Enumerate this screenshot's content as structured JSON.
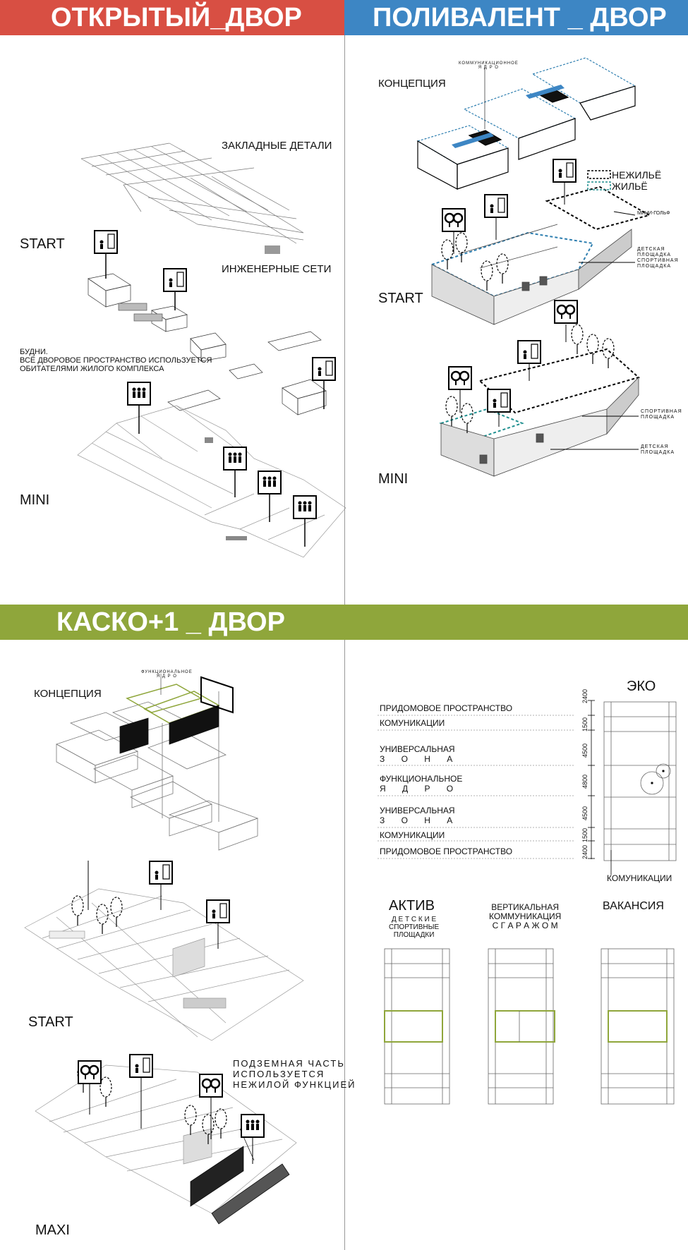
{
  "panels": {
    "open_yard": {
      "title": "ОТКРЫТЫЙ_ДВОР",
      "labels": {
        "embedded": "ЗАКЛАДНЫЕ ДЕТАЛИ",
        "start": "START",
        "networks": "ИНЖЕНЕРНЫЕ СЕТИ",
        "weekdays_1": "БУДНИ.",
        "weekdays_2": "ВСЁ ДВОРОВОЕ ПРОСТРАНСТВО ИСПОЛЬЗУЕТСЯ",
        "weekdays_3": "ОБИТАТЕЛЯМИ ЖИЛОГО КОМПЛЕКСА",
        "mini": "MINI"
      }
    },
    "polyvalent_yard": {
      "title": "ПОЛИВАЛЕНТ _ ДВОР",
      "labels": {
        "core_1": "КОММУНИКАЦИОННОЕ",
        "core_2": "Я Д Р О",
        "concept": "КОНЦЕПЦИЯ",
        "nonresidential": "НЕЖИЛЬЁ",
        "residential": "ЖИЛЬЁ",
        "minigolf": "МИНИ-ГОЛЬФ",
        "playground_sport": "ДЕТСКАЯ\nПЛОЩАДКА\nСПОРТИВНАЯ\nПЛОЩАДКА",
        "start": "START",
        "sport": "СПОРТИВНАЯ\nПЛОЩАДКА",
        "kids": "ДЕТСКАЯ\nПЛОЩАДКА",
        "mini": "MINI"
      }
    },
    "kasko_yard": {
      "title": "КАСКО+1 _ ДВОР",
      "labels": {
        "func_core_1": "ФУНКЦИОНАЛЬНОЕ",
        "func_core_2": "Я Д Р О",
        "concept": "КОНЦЕПЦИЯ",
        "start": "START",
        "underground": "ПОДЗЕМНАЯ  ЧАСТЬ\nИСПОЛЬЗУЕТСЯ\nНЕЖИЛОЙ ФУНКЦИЕЙ",
        "maxi": "MAXI"
      }
    },
    "section": {
      "eco_title": "ЭКО",
      "rows": [
        "ПРИДОМОВОЕ ПРОСТРАНСТВО",
        "КОМУНИКАЦИИ",
        "УНИВЕРСАЛЬНАЯ",
        "З О Н А",
        "ФУНКЦИОНАЛЬНОЕ",
        "Я Д Р О",
        "УНИВЕРСАЛЬНАЯ",
        "З О Н А",
        "КОМУНИКАЦИИ",
        "ПРИДОМОВОЕ ПРОСТРАНСТВО"
      ],
      "dims": [
        "2400",
        "1500",
        "4500",
        "4800",
        "4500",
        "1500",
        "2400"
      ],
      "communications_note": "КОМУНИКАЦИИ",
      "variants": [
        {
          "title": "АКТИВ",
          "subtitle": "Д Е Т С К И Е\nСПОРТИВНЫЕ\nПЛОЩАДКИ"
        },
        {
          "title": "ВЕРТИКАЛЬНАЯ\nКОММУНИКАЦИЯ\nС  Г А Р А Ж О М",
          "subtitle": ""
        },
        {
          "title": "ВАКАНСИЯ",
          "subtitle": ""
        }
      ]
    }
  },
  "colors": {
    "red_band": "#d84f43",
    "blue_band": "#3d86c4",
    "green_band": "#8fa63b",
    "accent_green": "#8fa63b",
    "residential_dash": "#2f7fb0"
  }
}
